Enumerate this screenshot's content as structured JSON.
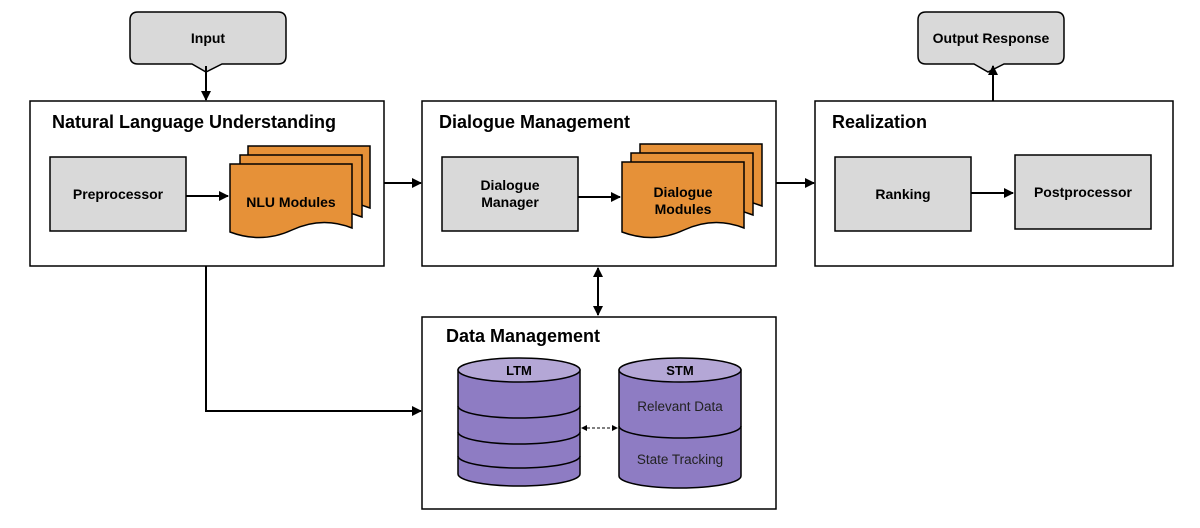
{
  "input": {
    "label": "Input"
  },
  "output": {
    "label": "Output Response"
  },
  "nlu": {
    "title": "Natural Language Understanding",
    "preprocessor": "Preprocessor",
    "modules": "NLU Modules"
  },
  "dm": {
    "title": "Dialogue Management",
    "manager_line1": "Dialogue",
    "manager_line2": "Manager",
    "modules_line1": "Dialogue",
    "modules_line2": "Modules"
  },
  "realization": {
    "title": "Realization",
    "ranking": "Ranking",
    "postprocessor": "Postprocessor"
  },
  "data": {
    "title": "Data Management",
    "ltm": "LTM",
    "stm": "STM",
    "stm_row1": "Relevant Data",
    "stm_row2": "State Tracking"
  },
  "colors": {
    "gray_box": "#d9d9d9",
    "orange": "#e69138",
    "purple": "#8e7cc3",
    "purple_light": "#b4a7d6",
    "stroke": "#000000"
  }
}
